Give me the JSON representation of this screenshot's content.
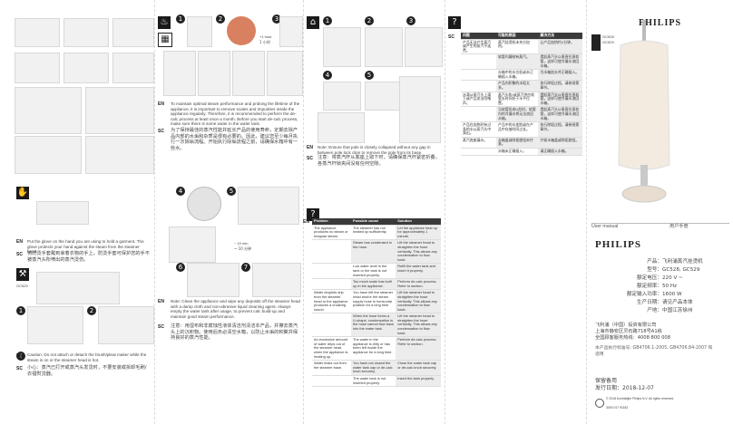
{
  "left": {
    "section2": {
      "en": "Put the glove on the hand you are using to hold a garment. The glove protects your hand against the steam from the steamer head.",
      "zh": "将防烫手套戴到拿着衣物的手上。防烫手套可保护您的手不被蒸汽头所喷出的蒸汽烫伤。"
    },
    "section3": {
      "model": "GC529",
      "en": "Caution: Do not attach or detach the brush/pleat maker while the steam is on or the steamer head is hot.",
      "zh": "小心：蒸汽已打开或蒸汽头发烫时，不要安装或拆卸毛刷/衣褶熨烫器。"
    }
  },
  "mid": {
    "top": {
      "en": "To maintain optimal steam performance and prolong the lifetime of the appliance, it is important to remove scales and impurities inside the appliance regularly. Therefore, it is recommended to perform the de-calc process at least once a month. Before you start de-calc process, make sure there is some water in the water tank.",
      "zh": "为了保持最佳的蒸汽性能并延长产品的使用寿命，定期去除产品内部的水垢和杂质是很有必要的。因此，建议您至少每月执行一次除垢流程。开始执行除垢流程之前，请确保水箱中有一些水。",
      "dial_label": "+1 hour",
      "dial_label2": "1 小时"
    },
    "right_note": {
      "en": "Note: Ensure that pole is closely collapsed without any gap in between pole lock clips to remove the pole from its base.",
      "zh": "注意：将蒸汽杆从底座上取下时，请确保蒸汽杆紧密折叠，各蒸汽杆锁夹间没有任何空隙。"
    },
    "bottom_note": {
      "en": "Note: Clean the appliance and wipe any deposits off the steamer head with a damp cloth and non-abrasive liquid cleaning agent. Always empty the water tank after usage, to prevent calc build-up and maintain good steam performance.",
      "zh": "注意：用湿布和非腐蚀性液体清洁剂清洁本产品，并擦去蒸汽头上的沉积物。使用后务必清空水箱，以防止水垢的积聚并保持良好的蒸汽性能。",
      "time_label": "~ 10 min",
      "time_label2": "~ 10 分钟"
    }
  },
  "troubleshoot_en": {
    "lang": "EN",
    "headers": [
      "Problem",
      "Possible cause",
      "Solution"
    ],
    "rows": [
      [
        "The appliance produces no steam or irregular steam.",
        "The steamer has not heated up sufficiently.",
        "Let the appliance heat up for approximately 1 minute."
      ],
      [
        "",
        "Steam has condensed in the hose.",
        "Lift the steamer head to straighten the hose vertically. This allows any condensation to flow back."
      ],
      [
        "",
        "Low water level in the tank or the tank is not inserted properly.",
        "Refill the water tank and insert it properly."
      ],
      [
        "",
        "Too much scale has built up in the appliance.",
        "Perform de-calc process. Refer to section."
      ],
      [
        "Water droplets drip from the steamer head or the appliance produces a croaking sound.",
        "You have left the steamer head and/or the steam supply hose in horizontal position for a long time.",
        "Lift the steamer head to straighten the hose vertically. This allows any condensation to flow back."
      ],
      [
        "",
        "When the hose forms a U-shape, condensation in the hose cannot flow back into the water tank.",
        "Lift the steamer head to straighten the hose vertically. This allows any condensation to flow back."
      ],
      [
        "An excessive amount of water drips out of the steamer head when the appliance is heating up.",
        "The water in the appliance is dirty or has been left inside the appliance for a long time.",
        "Perform de-calc process. Refer to section."
      ],
      [
        "Water leaks out from the steamer base.",
        "You have not closed the water tank cap or de-calc knob securely.",
        "Close the water tank cap or de-calc knob securely."
      ],
      [
        "",
        "The water tank is not inserted properly.",
        "Insert the tank properly."
      ]
    ]
  },
  "troubleshoot_sc": {
    "lang": "SC",
    "headers": [
      "问题",
      "可能的原因",
      "解决方法"
    ],
    "rows": [
      [
        "产品无法产生蒸汽或产生的蒸汽不连贯。",
        "蒸汽挂烫机未充分加热。",
        "让产品加热约1分钟。"
      ],
      [
        "",
        "软管内凝结有蒸汽。",
        "提起蒸汽头以垂直拉直软管，这样可使冷凝水流回水箱。"
      ],
      [
        "",
        "水箱中的水位低或未正确插入水箱。",
        "为水箱加水并正确插入。"
      ],
      [
        "",
        "产品内积聚的水垢太多。",
        "执行除垢过程。请参阅第章节。"
      ],
      [
        "水滴从蒸汽头上滴下或产品发出咕噜声。",
        "蒸汽头和/或蒸汽供应软管长时间处于水平位置。",
        "提起蒸汽头以垂直拉直软管，这样可使冷凝水流回水箱。"
      ],
      [
        "",
        "当软管形成U形时，软管内的冷凝水将无法流回水箱。",
        "提起蒸汽头以垂直拉直软管，这样可使冷凝水流回水箱。"
      ],
      [
        "产品在加热时有过多的水从蒸汽头中滴出。",
        "产品中的水变脏或在产品中存放时间过长。",
        "执行除垢过程。请参阅第章节。"
      ],
      [
        "蒸汽底座漏水。",
        "水箱盖或除垢旋钮未拧紧。",
        "拧紧水箱盖或除垢旋钮。"
      ],
      [
        "",
        "水箱未正确插入。",
        "请正确插入水箱。"
      ]
    ]
  },
  "cover": {
    "brand": "PHILIPS",
    "models": [
      "GC528",
      "GC529"
    ],
    "user_manual": "User manual",
    "user_manual_zh": "用户手册"
  },
  "back": {
    "brand": "PHILIPS",
    "specs": [
      {
        "label": "产品：",
        "value": "飞利浦蒸汽挂烫机"
      },
      {
        "label": "型号：",
        "value": "GC528, GC529"
      },
      {
        "label": "额定电压：",
        "value": "220 V ~"
      },
      {
        "label": "额定频率：",
        "value": "50 Hz"
      },
      {
        "label": "额定输入功率：",
        "value": "1600 W"
      },
      {
        "label": "生产日期：",
        "value": "请见产品本体"
      },
      {
        "label": "产地：",
        "value": "中国江苏徐州"
      }
    ],
    "company": [
      "飞利浦（中国）投资有限公司",
      "上海市静安区灵石路718号A1栋",
      "全国顾客服务热线：4008 800 008"
    ],
    "standards": "本产品执行标准号: GB4706.1-2005, GB4706.84-2007 和适用",
    "warranty_label": "保留备用",
    "issue_date": "发行日期：2018-12-07",
    "copyright": "© 2018 Koninklijke Philips N.V. All rights reserved.",
    "code": "3000 017 91182"
  }
}
